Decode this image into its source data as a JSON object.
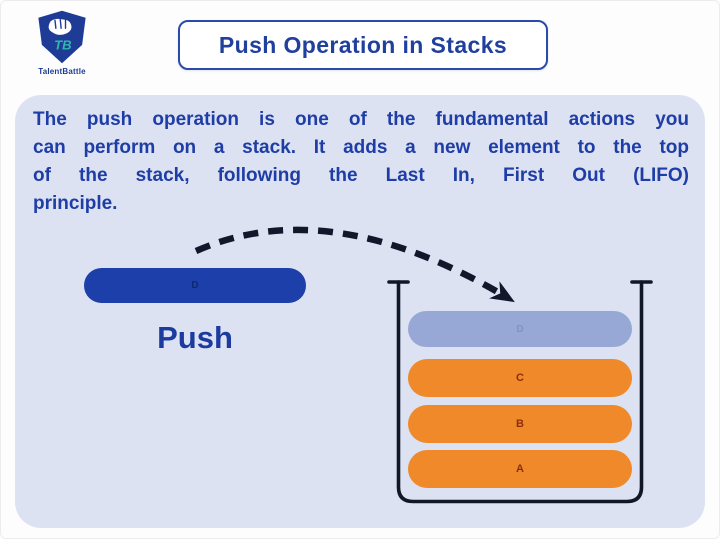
{
  "header": {
    "brand": "TalentBattle",
    "logo_icon": "shield-fist-icon",
    "title": "Push Operation in Stacks"
  },
  "description": {
    "lines": [
      "The push operation is one of the fundamental actions you",
      "can perform on a stack. It adds a new element to the top",
      "of the stack, following the Last In, First Out (LIFO)",
      "principle."
    ]
  },
  "push_element": {
    "label": "D",
    "caption": "Push"
  },
  "stack": {
    "incoming_item": {
      "label": "D"
    },
    "items": [
      {
        "label": "C"
      },
      {
        "label": "B"
      },
      {
        "label": "A"
      }
    ]
  },
  "colors": {
    "panel_bg": "#dce2f1",
    "text_blue": "#1f3da6",
    "push_pill_blue": "#1c3fa9",
    "incoming_pill": "#98a8d6",
    "stack_item_orange": "#f0892a",
    "stack_item_letter": "#8c2e0e",
    "title_border": "#2b4ba8",
    "arrow_black": "#11182b"
  }
}
